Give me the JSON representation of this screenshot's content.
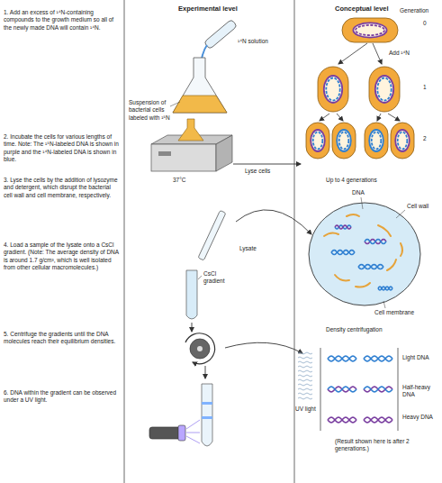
{
  "diagram": {
    "labels": [
      "Experimental level",
      "Conceptual level",
      "1. Add an excess of ¹⁴N-containing compounds to the growth medium so all of the newly made DNA will contain ¹⁴N.",
      "2. Incubate the cells for various lengths of time. Note: The ¹⁵N-labeled DNA is shown in purple and the ¹⁴N-labeled DNA is shown in blue.",
      "3. Lyse the cells by the addition of lysozyme and detergent, which disrupt the bacterial cell wall and cell membrane, respectively.",
      "4. Load a sample of the lysate onto a CsCl gradient. (Note: The average density of DNA is around 1.7 g/cm³, which is well isolated from other cellular macromolecules.)",
      "5. Centrifuge the gradients until the DNA molecules reach their equilibrium densities.",
      "6. DNA within the gradient can be observed under a UV light.",
      "¹⁴N solution",
      "Suspension of bacterial cells labeled with ¹⁵N",
      "37°C",
      "Lyse cells",
      "Lysate",
      "CsCl gradient",
      "Generation",
      "0",
      "Add ¹⁴N",
      "1",
      "2",
      "Up to 4 generations",
      "DNA",
      "Cell wall",
      "Cell membrane",
      "Density centrifugation",
      "Light DNA",
      "Half-heavy DNA",
      "Heavy DNA",
      "UV light",
      "(Result shown here is after 2 generations.)"
    ]
  }
}
